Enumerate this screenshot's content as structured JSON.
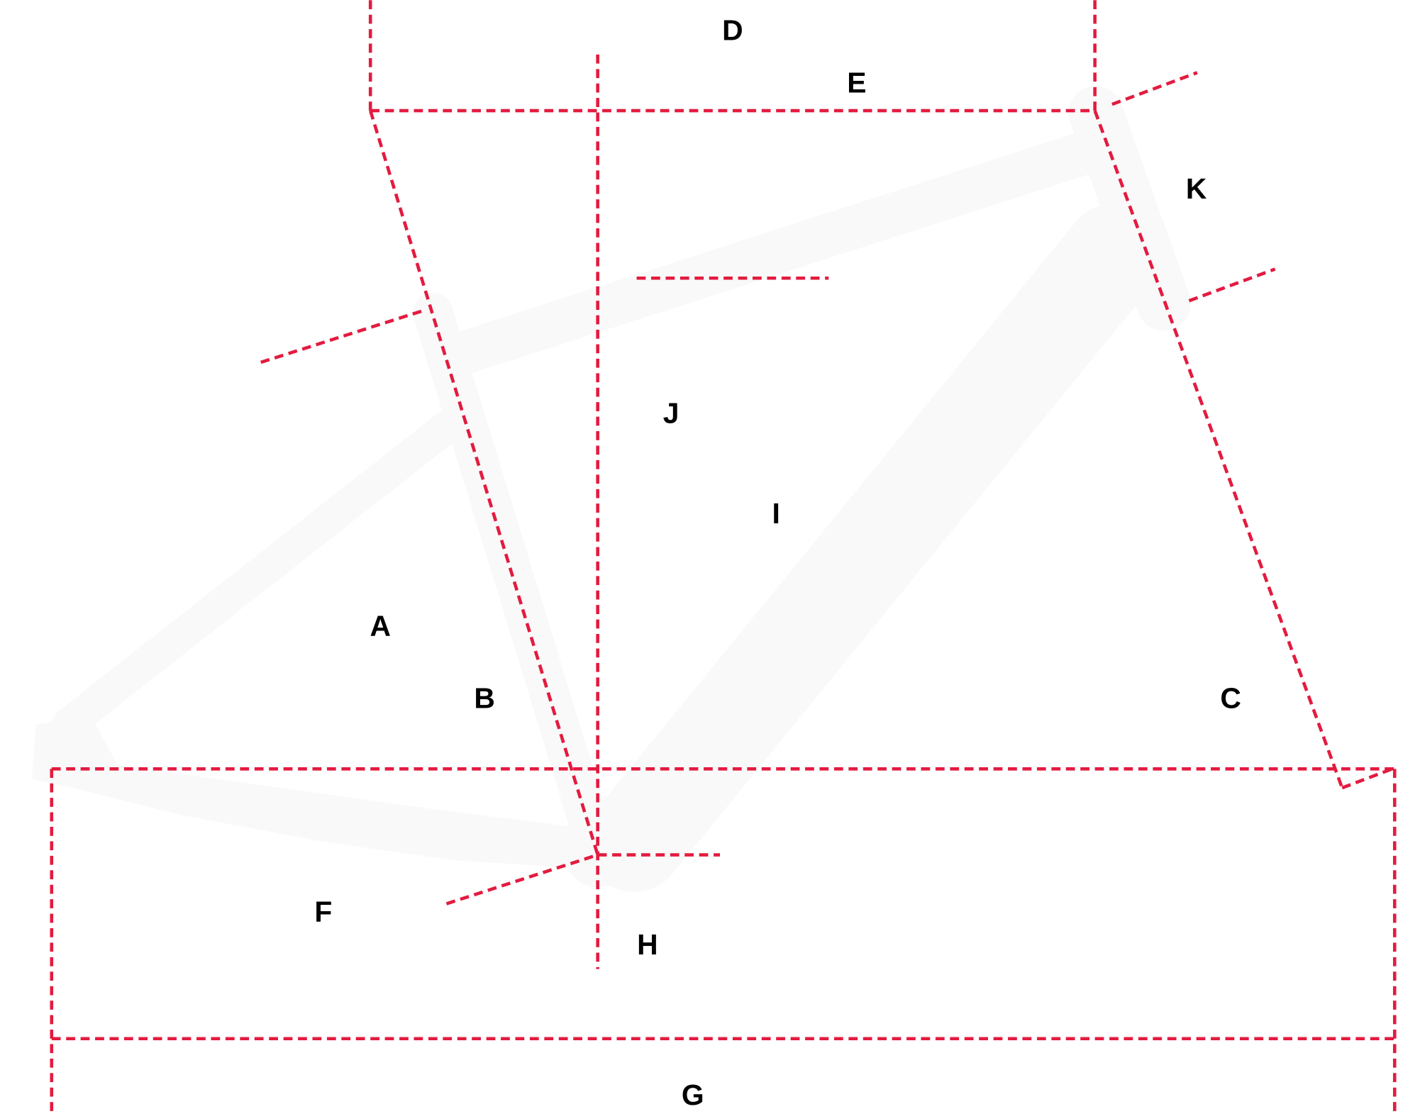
{
  "diagram": {
    "title_hidden": null,
    "accent_color": "#e31b3f",
    "frame_color": "#f9f9f9",
    "labels": {
      "A": "A",
      "B": "B",
      "C": "C",
      "D": "D",
      "E": "E",
      "F": "F",
      "G": "G",
      "H": "H",
      "I": "I",
      "J": "J",
      "K": "K"
    }
  }
}
